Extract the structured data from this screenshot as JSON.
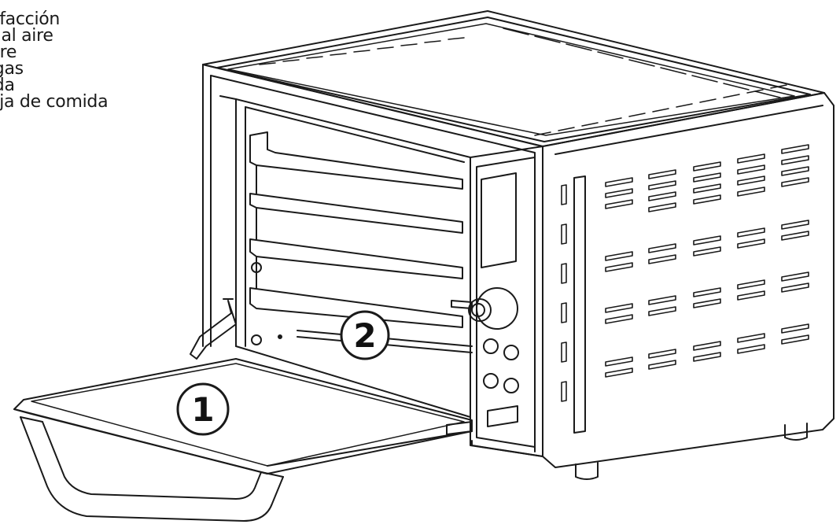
{
  "legend": {
    "items": [
      "efacción",
      "r al aire",
      "bre",
      "igas",
      "ida",
      "eja de comida"
    ]
  },
  "callouts": {
    "one": "1",
    "two": "2"
  },
  "colors": {
    "line": "#1a1a1a",
    "background": "#ffffff"
  }
}
